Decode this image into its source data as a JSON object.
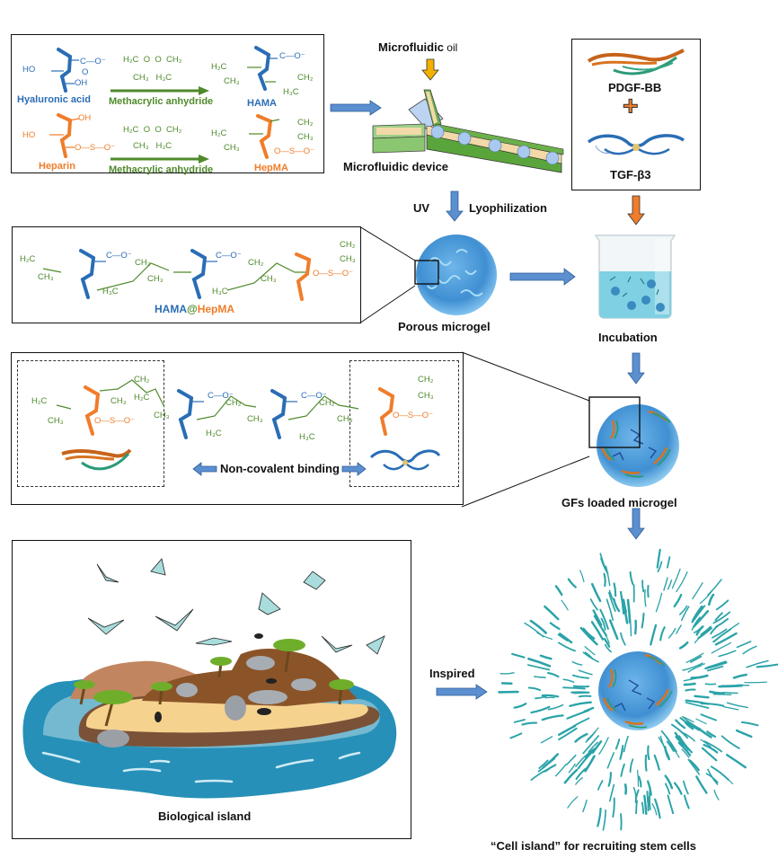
{
  "synthesis_panel": {
    "hyaluronic_acid_label": "Hyaluronic acid",
    "heparin_label": "Heparin",
    "reagent_label_top": "Methacrylic anhydride",
    "reagent_label_bottom": "Methacrylic anhydride",
    "product_top": "HAMA",
    "product_bottom": "HepMA",
    "groups": {
      "ho": "HO",
      "oh": "OH",
      "coo": "C—O⁻",
      "carbonyl_o": "O",
      "sulfate": "O—S—O⁻",
      "h2c": "H₂C",
      "ch2": "CH₂",
      "ch3": "CH₃",
      "h3c": "H₃C",
      "o": "O"
    }
  },
  "microfluidic": {
    "oil_label_main": "Microfluidic",
    "oil_label_suffix": " oil",
    "device_label": "Microfluidic device",
    "uv_label": "UV",
    "lyophilization_label": "Lyophilization"
  },
  "growth_factors": {
    "pdgf_label": "PDGF-BB",
    "plus_symbol": "+",
    "tgf_label": "TGF-β3"
  },
  "polymer_panel": {
    "label_hama": "HAMA",
    "label_at": "@",
    "label_hepma": "HepMA"
  },
  "porous_microgel_label": "Porous microgel",
  "incubation_label": "Incubation",
  "binding_panel": {
    "binding_label": "Non-covalent binding"
  },
  "gfs_loaded_label": "GFs loaded microgel",
  "island_panel": {
    "label": "Biological island"
  },
  "inspired_label": "Inspired",
  "cell_island_label": "“Cell island” for recruiting stem cells",
  "colors": {
    "hyaluronic_blue": "#2a6db5",
    "heparin_orange": "#ef7d2b",
    "methacrylate_green": "#4f8a2b",
    "process_arrow_blue": "#5b8fd0",
    "oil_arrow_yellow": "#f4b000",
    "gf_arrow_orange": "#ef7d2b",
    "cell_teal": "#2aa3a8",
    "sea_blue": "#2b8fb5",
    "sand": "#f6d28f"
  }
}
